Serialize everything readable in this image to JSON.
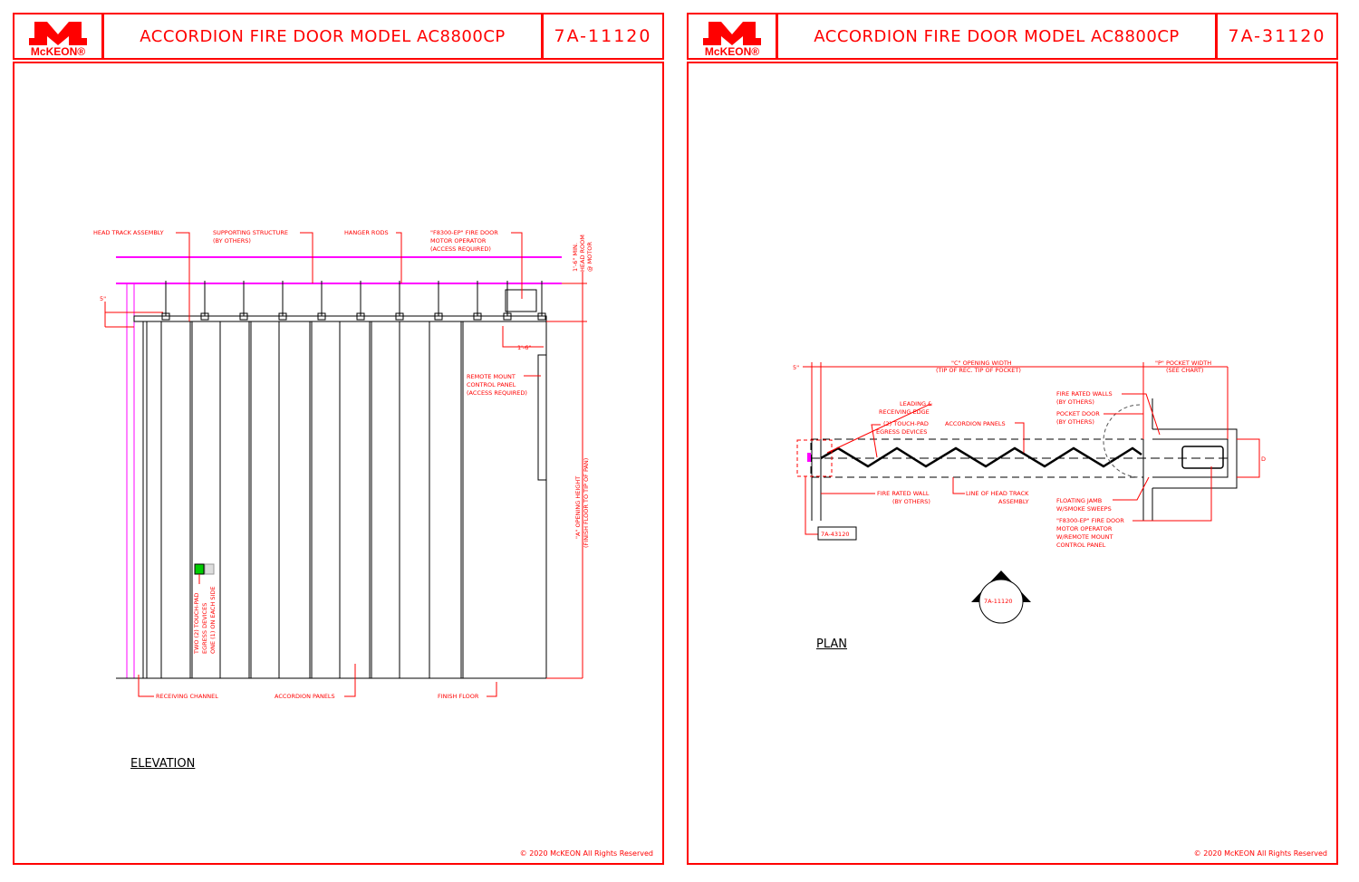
{
  "brand": {
    "logo_text": "McKEON®",
    "color": "#ff0000"
  },
  "sheets": [
    {
      "title": "ACCORDION FIRE DOOR MODEL AC8800CP",
      "code": "7A-11120",
      "view_label": "ELEVATION",
      "copyright": "© 2020 McKEON All Rights Reserved"
    },
    {
      "title": "ACCORDION FIRE DOOR MODEL AC8800CP",
      "code": "7A-31120",
      "view_label": "PLAN",
      "copyright": "© 2020 McKEON All Rights Reserved"
    }
  ],
  "elevation": {
    "head_track": "HEAD TRACK ASSEMBLY",
    "support_1": "SUPPORTING STRUCTURE",
    "support_2": "(BY OTHERS)",
    "hanger": "HANGER RODS",
    "motor_1": "\"F8300-EP\" FIRE DOOR",
    "motor_2": "MOTOR OPERATOR",
    "motor_3": "(ACCESS REQUIRED)",
    "headroom_1": "1'-6\" MIN.",
    "headroom_2": "HEAD ROOM",
    "headroom_3": "@ MOTOR",
    "dim_5": "5\"",
    "dim_16": "1'-6\"",
    "remote_1": "REMOTE MOUNT",
    "remote_2": "CONTROL PANEL",
    "remote_3": "(ACCESS REQUIRED)",
    "height_1": "\"A\" OPENING HEIGHT",
    "height_2": "(FINISH FLOOR TO TIP OF PAN)",
    "touch_1": "TWO (2) TOUCH-PAD",
    "touch_2": "EGRESS DEVICES",
    "touch_3": "ONE (1) ON EACH SIDE",
    "receiving": "RECEIVING CHANNEL",
    "panels": "ACCORDION PANELS",
    "floor": "FINISH FLOOR"
  },
  "plan": {
    "dim_5": "5\"",
    "opening_1": "\"C\" OPENING WIDTH",
    "opening_2": "(TIP OF REC. TIP OF POCKET)",
    "pocket_1": "\"P\" POCKET WIDTH",
    "pocket_2": "(SEE CHART)",
    "leading_1": "LEADING &",
    "leading_2": "RECEIVING EDGE",
    "touch_1": "(2) TOUCH-PAD",
    "touch_2": "EGRESS DEVICES",
    "panels": "ACCORDION PANELS",
    "walls_1": "FIRE RATED WALLS",
    "walls_2": "(BY OTHERS)",
    "pocketdoor_1": "POCKET DOOR",
    "pocketdoor_2": "(BY OTHERS)",
    "wall_1": "FIRE RATED WALL",
    "wall_2": "(BY OTHERS)",
    "track_1": "LINE OF HEAD TRACK",
    "track_2": "ASSEMBLY",
    "jamb_1": "FLOATING JAMB",
    "jamb_2": "W/SMOKE SWEEPS",
    "op_1": "\"F8300-EP\" FIRE DOOR",
    "op_2": "MOTOR OPERATOR",
    "op_3": "W/REMOTE MOUNT",
    "op_4": "CONTROL PANEL",
    "dim_d": "D",
    "detail_ref": "7A-43120",
    "section_ref": "7A-11120"
  }
}
